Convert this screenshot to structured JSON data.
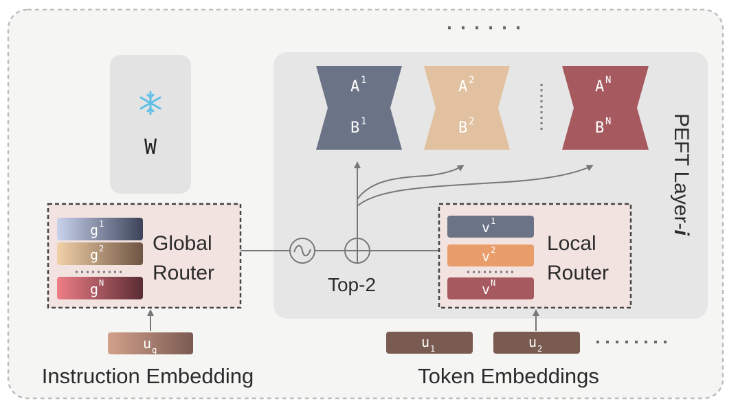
{
  "frozen_weight": {
    "icon": "snowflake-icon",
    "label": "W"
  },
  "peft_layer": {
    "label_prefix": "PEFT Layer-",
    "label_var": "i",
    "top_ellipsis": "· · · · · ·",
    "experts": [
      {
        "a": "A",
        "b": "B",
        "idx": "1",
        "color": "#6b7487"
      },
      {
        "a": "A",
        "b": "B",
        "idx": "2",
        "color": "#e2c1a0"
      },
      {
        "a": "A",
        "b": "B",
        "idx": "N",
        "color": "#a65a5f"
      }
    ]
  },
  "global_router": {
    "title_line1": "Global",
    "title_line2": "Router",
    "gates": [
      {
        "base": "g",
        "idx": "1"
      },
      {
        "base": "g",
        "idx": "2"
      },
      {
        "base": "g",
        "idx": "N"
      }
    ]
  },
  "local_router": {
    "title_line1": "Local",
    "title_line2": "Router",
    "gates": [
      {
        "base": "v",
        "idx": "1",
        "color": "#6b7487"
      },
      {
        "base": "v",
        "idx": "2",
        "color": "#e89d6a"
      },
      {
        "base": "v",
        "idx": "N",
        "color": "#a65a5f"
      }
    ]
  },
  "topk_label": "Top-2",
  "instruction": {
    "token_base": "u",
    "token_idx": "q",
    "caption": "Instruction Embedding"
  },
  "tokens": {
    "items": [
      {
        "base": "u",
        "idx": "1"
      },
      {
        "base": "u",
        "idx": "2"
      }
    ],
    "caption": "Token Embeddings"
  },
  "colors": {
    "outer_bg": "#f5f5f4",
    "peft_bg": "#e6e6e6",
    "router_bg": "#f2e3e1",
    "token_brown": "#7a5b51",
    "line": "#777777"
  }
}
